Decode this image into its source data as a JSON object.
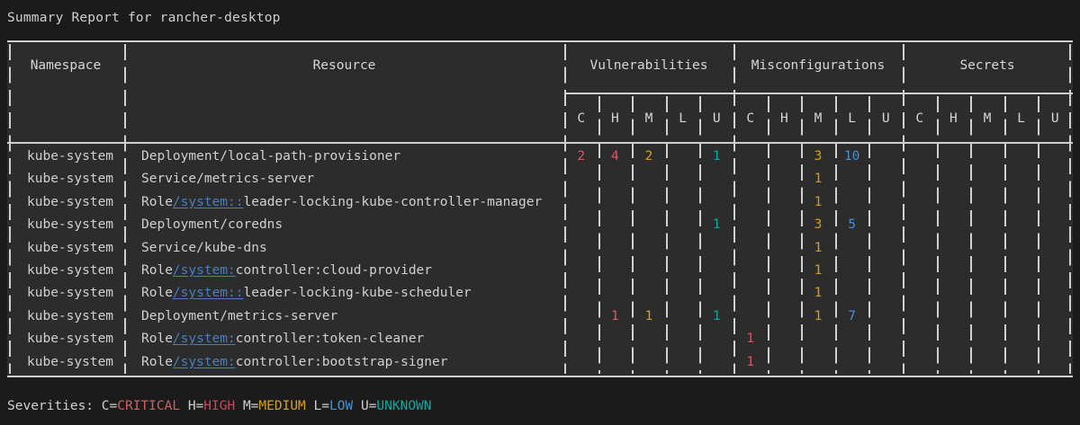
{
  "title": "Summary Report for rancher-desktop",
  "table": {
    "columns": {
      "namespace": "Namespace",
      "resource": "Resource"
    },
    "groups": [
      {
        "key": "vulnerabilities",
        "label": "Vulnerabilities"
      },
      {
        "key": "misconfigurations",
        "label": "Misconfigurations"
      },
      {
        "key": "secrets",
        "label": "Secrets"
      }
    ],
    "severity_headers": [
      "C",
      "H",
      "M",
      "L",
      "U"
    ],
    "rows": [
      {
        "namespace": "kube-system",
        "resource_prefix": "Deployment/local-path-provisioner",
        "resource_link": "",
        "resource_suffix": "",
        "vulnerabilities": {
          "C": "2",
          "H": "4",
          "M": "2",
          "L": "",
          "U": "1"
        },
        "misconfigurations": {
          "C": "",
          "H": "",
          "M": "3",
          "L": "10",
          "U": ""
        },
        "secrets": {
          "C": "",
          "H": "",
          "M": "",
          "L": "",
          "U": ""
        }
      },
      {
        "namespace": "kube-system",
        "resource_prefix": "Service/metrics-server",
        "resource_link": "",
        "resource_suffix": "",
        "vulnerabilities": {
          "C": "",
          "H": "",
          "M": "",
          "L": "",
          "U": ""
        },
        "misconfigurations": {
          "C": "",
          "H": "",
          "M": "1",
          "L": "",
          "U": ""
        },
        "secrets": {
          "C": "",
          "H": "",
          "M": "",
          "L": "",
          "U": ""
        }
      },
      {
        "namespace": "kube-system",
        "resource_prefix": "Role",
        "resource_link": "/system::",
        "resource_suffix": "leader-locking-kube-controller-manager",
        "vulnerabilities": {
          "C": "",
          "H": "",
          "M": "",
          "L": "",
          "U": ""
        },
        "misconfigurations": {
          "C": "",
          "H": "",
          "M": "1",
          "L": "",
          "U": ""
        },
        "secrets": {
          "C": "",
          "H": "",
          "M": "",
          "L": "",
          "U": ""
        }
      },
      {
        "namespace": "kube-system",
        "resource_prefix": "Deployment/coredns",
        "resource_link": "",
        "resource_suffix": "",
        "vulnerabilities": {
          "C": "",
          "H": "",
          "M": "",
          "L": "",
          "U": "1"
        },
        "misconfigurations": {
          "C": "",
          "H": "",
          "M": "3",
          "L": "5",
          "U": ""
        },
        "secrets": {
          "C": "",
          "H": "",
          "M": "",
          "L": "",
          "U": ""
        }
      },
      {
        "namespace": "kube-system",
        "resource_prefix": "Service/kube-dns",
        "resource_link": "",
        "resource_suffix": "",
        "vulnerabilities": {
          "C": "",
          "H": "",
          "M": "",
          "L": "",
          "U": ""
        },
        "misconfigurations": {
          "C": "",
          "H": "",
          "M": "1",
          "L": "",
          "U": ""
        },
        "secrets": {
          "C": "",
          "H": "",
          "M": "",
          "L": "",
          "U": ""
        }
      },
      {
        "namespace": "kube-system",
        "resource_prefix": "Role",
        "resource_link": "/system:",
        "resource_suffix": "controller:cloud-provider",
        "vulnerabilities": {
          "C": "",
          "H": "",
          "M": "",
          "L": "",
          "U": ""
        },
        "misconfigurations": {
          "C": "",
          "H": "",
          "M": "1",
          "L": "",
          "U": ""
        },
        "secrets": {
          "C": "",
          "H": "",
          "M": "",
          "L": "",
          "U": ""
        }
      },
      {
        "namespace": "kube-system",
        "resource_prefix": "Role",
        "resource_link": "/system::",
        "resource_suffix": "leader-locking-kube-scheduler",
        "vulnerabilities": {
          "C": "",
          "H": "",
          "M": "",
          "L": "",
          "U": ""
        },
        "misconfigurations": {
          "C": "",
          "H": "",
          "M": "1",
          "L": "",
          "U": ""
        },
        "secrets": {
          "C": "",
          "H": "",
          "M": "",
          "L": "",
          "U": ""
        }
      },
      {
        "namespace": "kube-system",
        "resource_prefix": "Deployment/metrics-server",
        "resource_link": "",
        "resource_suffix": "",
        "vulnerabilities": {
          "C": "",
          "H": "1",
          "M": "1",
          "L": "",
          "U": "1"
        },
        "misconfigurations": {
          "C": "",
          "H": "",
          "M": "1",
          "L": "7",
          "U": ""
        },
        "secrets": {
          "C": "",
          "H": "",
          "M": "",
          "L": "",
          "U": ""
        }
      },
      {
        "namespace": "kube-system",
        "resource_prefix": "Role",
        "resource_link": "/system:",
        "resource_suffix": "controller:token-cleaner",
        "vulnerabilities": {
          "C": "",
          "H": "",
          "M": "",
          "L": "",
          "U": ""
        },
        "misconfigurations": {
          "C": "1",
          "H": "",
          "M": "",
          "L": "",
          "U": ""
        },
        "secrets": {
          "C": "",
          "H": "",
          "M": "",
          "L": "",
          "U": ""
        }
      },
      {
        "namespace": "kube-system",
        "resource_prefix": "Role",
        "resource_link": "/system:",
        "resource_suffix": "controller:bootstrap-signer",
        "vulnerabilities": {
          "C": "",
          "H": "",
          "M": "",
          "L": "",
          "U": ""
        },
        "misconfigurations": {
          "C": "1",
          "H": "",
          "M": "",
          "L": "",
          "U": ""
        },
        "secrets": {
          "C": "",
          "H": "",
          "M": "",
          "L": "",
          "U": ""
        }
      }
    ]
  },
  "legend": {
    "prefix": "Severities: ",
    "items": [
      {
        "key": "C",
        "eq": "C=",
        "label": "CRITICAL"
      },
      {
        "key": "H",
        "eq": "H=",
        "label": "HIGH"
      },
      {
        "key": "M",
        "eq": "M=",
        "label": "MEDIUM"
      },
      {
        "key": "L",
        "eq": "L=",
        "label": "LOW"
      },
      {
        "key": "U",
        "eq": "U=",
        "label": "UNKNOWN"
      }
    ]
  },
  "colors": {
    "background": "#1b1b1b",
    "table_background": "#2c2c2c",
    "border": "#cfd0d0",
    "text": "#cfd0d0",
    "link": "#4a7ebb",
    "critical": "#e05561",
    "high": "#e05561",
    "medium": "#d5a018",
    "low": "#4a8fd0",
    "unknown": "#11a8a0"
  }
}
